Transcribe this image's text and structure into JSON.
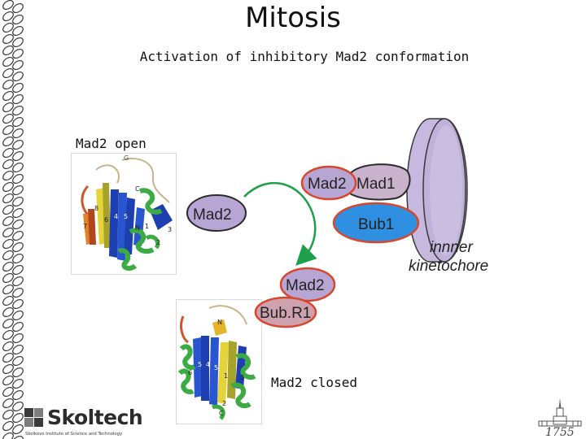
{
  "slide": {
    "title": "Mitosis",
    "subtitle": "Activation of inhibitory Mad2 conformation"
  },
  "labels": {
    "open": "Mad2 open",
    "closed": "Mad2 closed"
  },
  "diagram": {
    "mad2_bound": "Mad2",
    "mad1": "Mad1",
    "mad2_free": "Mad2",
    "bub1": "Bub1",
    "mad2_closed": "Mad2",
    "bubr1": "Bub.R1",
    "kinetochore_line1": "innner",
    "kinetochore_line2": "kinetochore"
  },
  "structure_open": {
    "label_g": "G",
    "strand_labels": [
      "8",
      "7",
      "6",
      "4",
      "5",
      "N",
      "1",
      "3",
      "2",
      "C"
    ]
  },
  "structure_closed": {
    "label_n": "N",
    "strand_labels": [
      "6",
      "5",
      "4",
      "5",
      "1",
      "2",
      "3",
      "C"
    ]
  },
  "logo": {
    "word": "Skoltech",
    "tagline": "Skolkovo Institute of Science and Technology"
  },
  "emblem": {
    "year": "1755"
  },
  "colors": {
    "mad2": "#b7a6d3",
    "mad1": "#c9b2cc",
    "bub1": "#2f8fe0",
    "bubr1": "#cda2ae",
    "outline": "#d9462c",
    "arrow": "#1ea04a",
    "kinetochore_face": "#d2c6e4",
    "kinetochore_side": "#bfb1da"
  }
}
